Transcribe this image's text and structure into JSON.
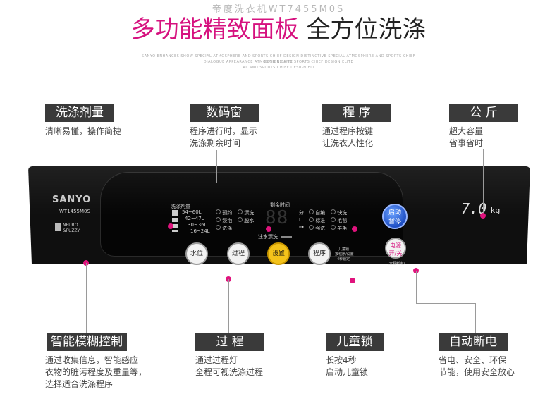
{
  "header": {
    "subtitle": "帝度洗衣机WT7455M0S",
    "title_pink": "多功能精致面板",
    "title_dark": "全方位洗涤",
    "fine_print": [
      "SANYO ENHANCES SHOW SPECIAL ATMOSPHERE AND SPORTS CHIEF DESIGN DISTINCTIVE SPECIAL ATMOSPHERE AND SPORTS CHIEF DESIGN ELITE",
      "DIALOGUE APPEARANCE ATMOSPHERE AND SPORTS CHIEF DESIGN ELITE",
      "AL AND SPORTS CHIEF DESIGN ELI"
    ]
  },
  "features": {
    "dosage": {
      "label": "洗涤剂量",
      "desc": [
        "清晰易懂，操作简捷"
      ]
    },
    "display": {
      "label": "数码窗",
      "desc": [
        "程序进行时，显示",
        "洗涤剩余时间"
      ]
    },
    "program": {
      "label": "程 序",
      "desc": [
        "通过程序按键",
        "让洗衣人性化"
      ]
    },
    "capacity": {
      "label": "公 斤",
      "desc": [
        "超大容量",
        "省事省时"
      ]
    },
    "fuzzy": {
      "label": "智能模糊控制",
      "desc": [
        "通过收集信息，智能感应",
        "衣物的脏污程度及重量等，",
        "选择适合洗涤程序"
      ]
    },
    "process": {
      "label": "过 程",
      "desc": [
        "通过过程灯",
        "全程可视洗涤过程"
      ]
    },
    "childlock": {
      "label": "儿童锁",
      "desc": [
        "长按4秒",
        "启动儿童锁"
      ]
    },
    "autooff": {
      "label": "自动断电",
      "desc": [
        "省电、安全、环保",
        "节能，使用安全放心"
      ]
    }
  },
  "panel": {
    "brand": "SANYO",
    "model": "WT1455M0S",
    "neuro": [
      "NEURO",
      "&FUZZY"
    ],
    "dosage_title": "洗涤剂量",
    "dosage_rows": [
      "54~60L",
      "42~47L",
      "30~36L",
      "16~24L"
    ],
    "process_leds": [
      "预约",
      "浸泡",
      "洗涤",
      "漂洗",
      "脱水"
    ],
    "remain_label": "剩余时间",
    "display_digits": "88",
    "water_label": "注水漂洗",
    "unit_min": "分",
    "unit_l": "L",
    "program_leds": [
      "自编",
      "标准",
      "强洗",
      "快洗",
      "毛毯",
      "羊毛"
    ],
    "start_button": [
      "启动",
      "暂停"
    ],
    "capacity_value": "7.0",
    "capacity_unit": "kg",
    "btn_water": "水位",
    "btn_process": "过程",
    "btn_set": "设置",
    "btn_program": "程序",
    "childlock_hint": [
      "儿童锁",
      "按程序/设置",
      "4秒锁定"
    ],
    "power_button": [
      "电源",
      "开/关"
    ],
    "power_hint": "(全程断电)"
  },
  "colors": {
    "accent": "#d6127f",
    "label_bg": "#3a3a3a",
    "panel": "#0f0f0f"
  }
}
